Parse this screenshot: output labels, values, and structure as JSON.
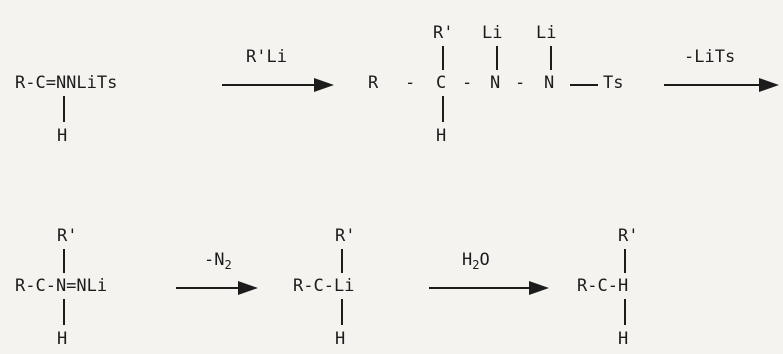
{
  "reaction1": {
    "reactant": {
      "main": "R-C=NNLiTs",
      "below": "H"
    },
    "reagent": "R'Li",
    "intermediate": {
      "r": "R",
      "c": "C",
      "n1": "N",
      "n2": "N",
      "ts": "Ts",
      "sep": "-",
      "above_c": "R'",
      "above_n1": "Li",
      "above_n2": "Li",
      "below_c": "H"
    },
    "byproduct": "-LiTs"
  },
  "reaction2": {
    "diazene": {
      "main": "R-C-N=NLi",
      "above": "R'",
      "below": "H"
    },
    "loss_label": "-N",
    "loss_sub": "2",
    "organolithium": {
      "main": "R-C-Li",
      "above": "R'",
      "below": "H"
    },
    "reagent_label": "H",
    "reagent_sub": "2",
    "reagent_tail": "O",
    "product": {
      "main": "R-C-H",
      "above": "R'",
      "below": "H"
    }
  }
}
